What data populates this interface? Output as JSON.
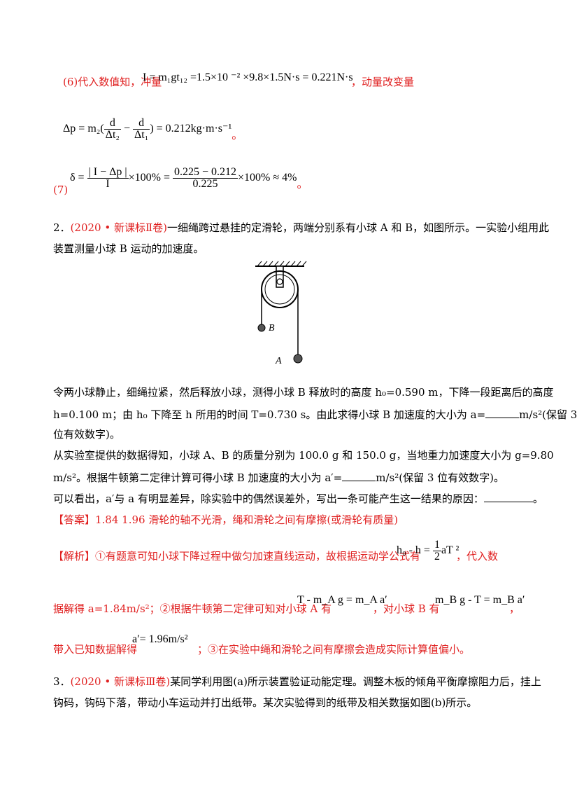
{
  "step6": {
    "prefix": "(6)代入数值知，冲量",
    "formula": "I = m₁gt₁₂ =1.5×10 ⁻² ×9.8×1.5N·s = 0.221N·s",
    "suffix": "，动量改变量"
  },
  "dp": {
    "lhs": "Δp = m₂(",
    "d1": "d",
    "dt2": "Δt₂",
    "minus": " − ",
    "d2": "d",
    "dt1": "Δt₁",
    "rhs": ") = 0.212kg·m·s⁻¹",
    "end": "。"
  },
  "step7": {
    "label": "(7)",
    "delta": "δ =",
    "num1": "| I − Δp |",
    "den1": "I",
    "mid": "×100% =",
    "num2": "0.225 − 0.212",
    "den2": "0.225",
    "tail": "×100% ≈ 4%",
    "end": "。"
  },
  "q2": {
    "number": "2．",
    "source": "(2020 • 新课标Ⅱ卷)",
    "text1": "一细绳跨过悬挂的定滑轮，两端分别系有小球 A 和 B，如图所示。一实验小组用此",
    "text2": "装置测量小球 B 运动的加速度。",
    "figure": {
      "label_b": "B",
      "label_a": "A"
    },
    "p1": "令两小球静止，细绳拉紧，然后释放小球，测得小球 B 释放时的高度 h₀=0.590 m，下降一段距离后的高度",
    "p2a": "h=0.100 m；由 h₀ 下降至 h 所用的时间 T=0.730 s。由此求得小球 B 加速度的大小为 a=",
    "p2b": "m/s²(保留 3",
    "p3": "位有效数字)。",
    "p4": "从实验室提供的数据得知，小球 A、B 的质量分别为 100.0 g 和 150.0 g，当地重力加速度大小为 g=9.80",
    "p5a": "m/s²。根据牛顿第二定律计算可得小球 B 加速度的大小为 a′=",
    "p5b": "m/s²(保留 3 位有效数字)。",
    "p6": "可以看出，a′与 a 有明显差异，除实验中的偶然误差外，写出一条可能产生这一结果的原因：",
    "p6end": "。",
    "answer": "【答案】1.84  1.96  滑轮的轴不光滑，绳和滑轮之间有摩擦(或滑轮有质量)",
    "analysis1": "【解析】①有题意可知小球下降过程中做匀加速直线运动，故根据运动学公式有",
    "f1_lhs": "h₀ -  h =",
    "f1_num": "1",
    "f1_den": "2",
    "f1_rhs": "aT ²",
    "analysis1b": "，代入数",
    "analysis2": "据解得 a=1.84m/s²；②根据牛顿第二定律可知对小球 A 有",
    "f2": "T -  m_A g = m_A a′",
    "analysis2b": "，对小球 B 有",
    "f3": "m_B g -  T = m_B a′",
    "analysis2c": "，",
    "analysis3": "带入已知数据解得",
    "f4": "a′= 1.96m/s²",
    "analysis3b": "；③在实验中绳和滑轮之间有摩擦会造成实际计算值偏小。"
  },
  "q3": {
    "number": "3．",
    "source": "(2020 • 新课标Ⅲ卷)",
    "text1": "某同学利用图(a)所示装置验证动能定理。调整木板的倾角平衡摩擦阻力后，挂上",
    "text2": "钩码，钩码下落，带动小车运动并打出纸带。某次实验得到的纸带及相关数据如图(b)所示。"
  }
}
